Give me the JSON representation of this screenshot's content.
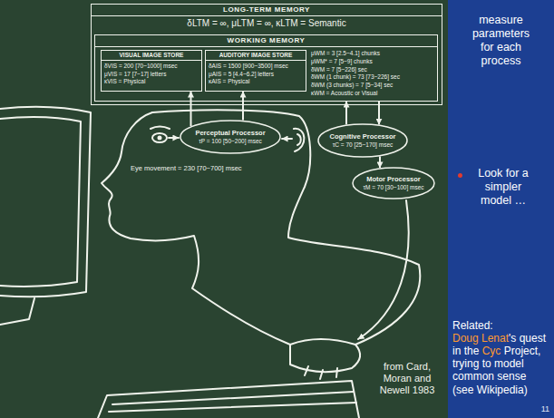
{
  "diagram": {
    "nodes": [
      {
        "text": [
          "LONG-TERM MEMORY",
          "δLTM = ∞, μLTM = ∞, κLTM = Semantic"
        ]
      },
      {
        "text": [
          "WORKING MEMORY",
          "μWM = 3 [2.5~4.1] chunks",
          "μWM* = 7 [5~9] chunks",
          "δWM = 7 [5~226] sec",
          "δWM (1 chunk) = 73 [73~226] sec",
          "δWM (3 chunks) = 7 [5~34] sec",
          "κWM = Acoustic or Visual"
        ],
        "in": 0
      },
      {
        "text": [
          "VISUAL IMAGE STORE",
          "δVIS = 200 [70~1000] msec",
          "μVIS = 17 [7~17] letters",
          "κVIS = Physical"
        ],
        "in": 1
      },
      {
        "text": [
          "AUDITORY IMAGE STORE",
          "δAIS = 1500 [900~3500] msec",
          "μAIS = 5 [4.4~6.2] letters",
          "κAIS = Physical"
        ],
        "in": 1
      },
      {
        "text": [
          "Perceptual Processor",
          "τP = 100 [50~200] msec"
        ]
      },
      {
        "text": [
          "Cognitive Processor",
          "τC = 70 [25~170] msec"
        ]
      },
      {
        "text": [
          "Motor Processor",
          "τM = 70 [30~100] msec"
        ]
      }
    ],
    "edges": [
      {
        "from": 4,
        "to": 2,
        "arrow": "to"
      },
      {
        "from": 4,
        "to": 3,
        "arrow": "to"
      },
      {
        "from": 5,
        "to": 1,
        "arrow": "to"
      },
      {
        "from": 1,
        "to": 5,
        "arrow": "to"
      },
      {
        "from": 5,
        "to": 6,
        "arrow": "to"
      }
    ],
    "labels": [
      "Eye movement = 230 [70~700] msec",
      "from Card, Moran and Newell 1983",
      "measure parameters for each process",
      "Look for a simpler model …",
      "Related:",
      "Doug Lenat's quest in the Cyc Project, trying to model common sense (see Wikipedia)",
      "11"
    ]
  }
}
